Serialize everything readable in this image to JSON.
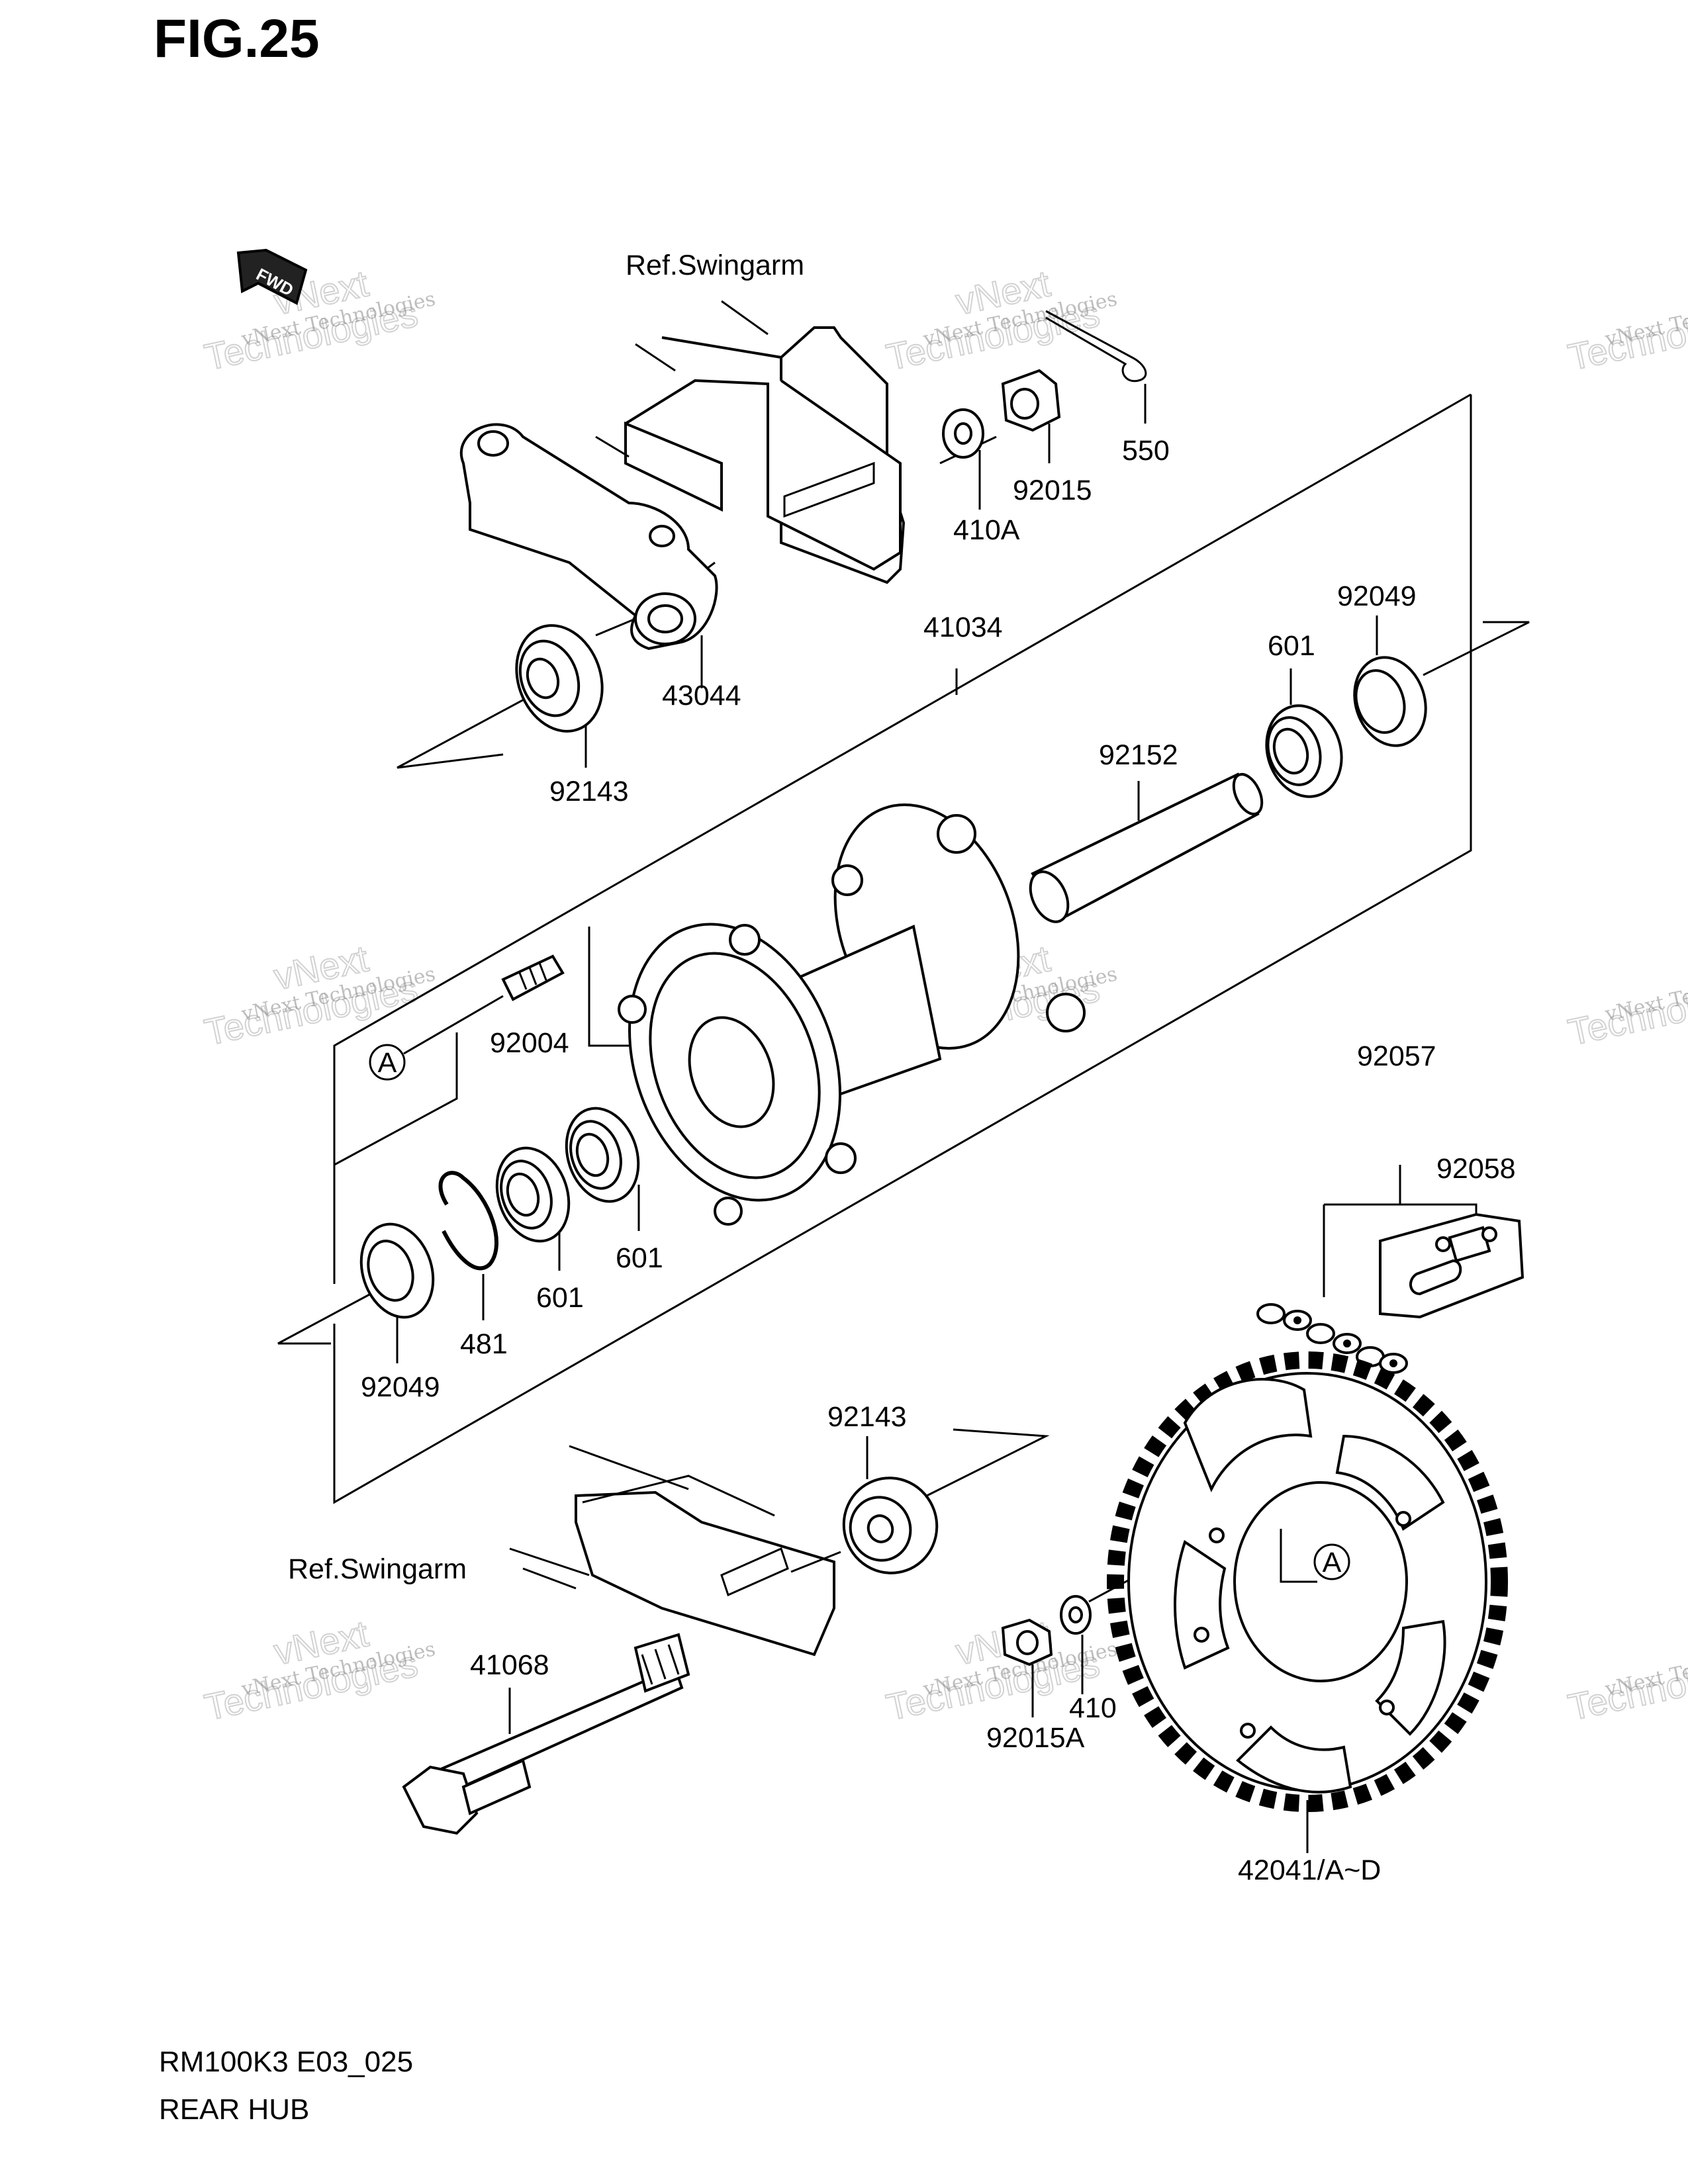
{
  "figure": {
    "title": "FIG.25"
  },
  "fwd_label": "FWD",
  "callouts": {
    "ref_swingarm_top": "Ref.Swingarm",
    "ref_swingarm_bottom": "Ref.Swingarm",
    "p550": "550",
    "p92015": "92015",
    "p410A": "410A",
    "p43044": "43044",
    "p92143_top": "92143",
    "p41034": "41034",
    "p92049_right": "92049",
    "p601_right": "601",
    "p92152": "92152",
    "p92004": "92004",
    "ref_a_left": "A",
    "p92057": "92057",
    "p92058": "92058",
    "p601_mid": "601",
    "p601_low": "601",
    "p481": "481",
    "p92049_left": "92049",
    "p92143_bottom": "92143",
    "p41068": "41068",
    "p410": "410",
    "p92015A": "92015A",
    "p42041": "42041/A~D",
    "ref_a_sprocket": "A"
  },
  "watermark": {
    "line1": "vNext Technologies",
    "line2": "Technologies",
    "line3": "vNext"
  },
  "footer": {
    "code": "RM100K3 E03_025",
    "name": "REAR HUB"
  }
}
